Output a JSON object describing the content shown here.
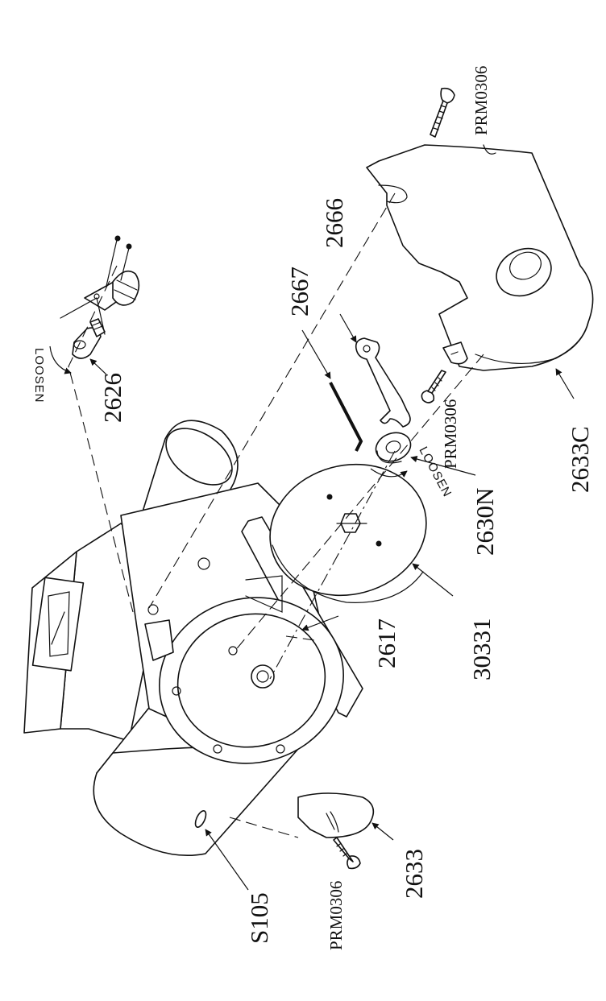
{
  "labels": {
    "prm_top": "PRM0306",
    "p2666": "2666",
    "p2667": "2667",
    "p2626": "2626",
    "loosen_a": "LOOSEN",
    "loosen_b": "LOOSEN",
    "prm_mid": "PRM0306",
    "p2630n": "2630N",
    "p2633c": "2633C",
    "p2617": "2617",
    "p30331": "30331",
    "p2633": "2633",
    "prm_bottom": "PRM0306",
    "s105": "S105"
  },
  "colors": {
    "ink": "#111111",
    "paper": "#ffffff"
  }
}
